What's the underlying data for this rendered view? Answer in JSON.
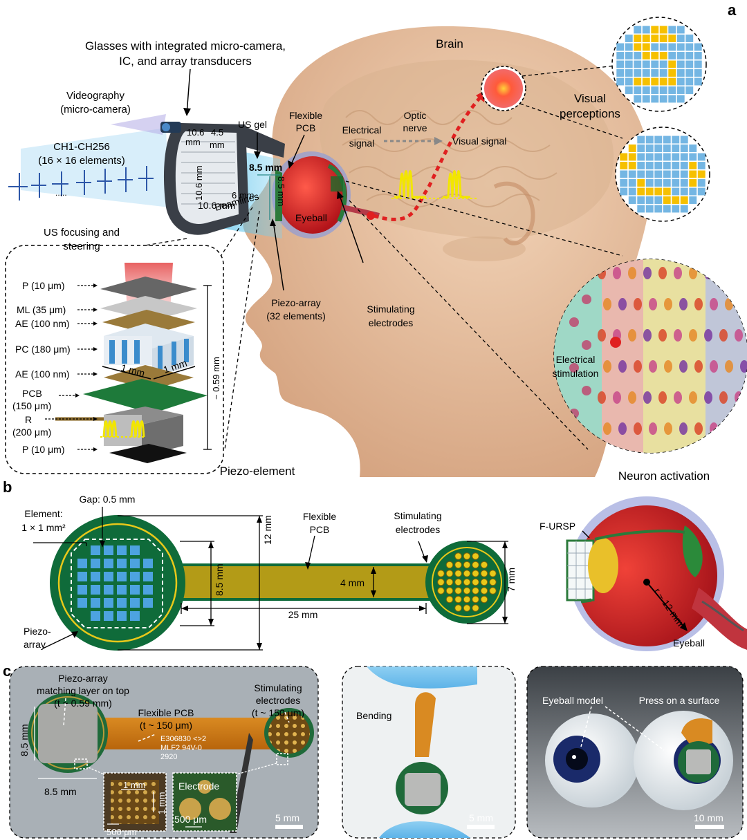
{
  "panels": {
    "a": "a",
    "b": "b",
    "c": "c"
  },
  "panel_a": {
    "glasses_title_1": "Glasses with integrated micro-camera,",
    "glasses_title_2": "IC, and array transducers",
    "videography_1": "Videography",
    "videography_2": "(micro-camera)",
    "channels_1": "CH1-CH256",
    "channels_2": "(16 × 16 elements)",
    "focusing_1": "US focusing and",
    "focusing_2": "steering",
    "dim_10_6_a": "10.6",
    "dim_4_5": "4.5",
    "dim_mm_a": "mm",
    "dim_mm_b": "mm",
    "dim_10_6_b": "10.6 mm",
    "dim_10_6_c": "10.6 mm",
    "dim_6mm": "6 mm",
    "beamlines": "Beamlines",
    "us_gel": "US gel",
    "flexible_pcb_1": "Flexible",
    "flexible_pcb_2": "PCB",
    "dim_8_5_a": "8.5 mm",
    "dim_8_5_b": "8.5 mm",
    "eyeball": "Eyeball",
    "brain": "Brain",
    "optic_1": "Optic",
    "optic_2": "nerve",
    "electrical_1": "Electrical",
    "electrical_2": "signal",
    "visual_signal": "Visual signal",
    "visual_1": "Visual",
    "visual_2": "perceptions",
    "piezo_array_1": "Piezo-array",
    "piezo_array_2": "(32 elements)",
    "stim_1": "Stimulating",
    "stim_2": "electrodes",
    "neuron_activation": "Neuron activation",
    "elec_stim_1": "Electrical",
    "elec_stim_2": "stimulation",
    "piezo_element": "Piezo-element",
    "layers": [
      "P (10 μm)",
      "ML (35 μm)",
      "AE (100 nm)",
      "PC (180 μm)",
      "AE (100 nm)",
      "PCB",
      "(150 μm)",
      "R",
      "(200 μm)",
      "P (10 μm)"
    ],
    "dim_1mm_a": "1 mm",
    "dim_1mm_b": "1 mm",
    "dim_059": "~ 0.59 mm"
  },
  "panel_b": {
    "gap": "Gap: 0.5 mm",
    "element_1": "Element:",
    "element_2": "1 × 1 mm²",
    "flexible_pcb_1": "Flexible",
    "flexible_pcb_2": "PCB",
    "stim_1": "Stimulating",
    "stim_2": "electrodes",
    "dim_12": "12 mm",
    "dim_8_5": "8.5 mm",
    "dim_4": "4 mm",
    "dim_7": "7 mm",
    "dim_25": "25 mm",
    "piezo_1": "Piezo-",
    "piezo_2": "array",
    "furs": "F-URSP",
    "radius": "r ~ 12 mm",
    "eyeball": "Eyeball"
  },
  "panel_c": {
    "piezo_1": "Piezo-array",
    "piezo_2": "matching layer on top",
    "piezo_3": "(t ~ 0.59 mm)",
    "flex_1": "Flexible PCB",
    "flex_2": "(t ~ 150 μm)",
    "stim_1": "Stimulating",
    "stim_2": "electrodes",
    "stim_3": "(t ~ 150 μm)",
    "pcb_print_1": "E306830 <>2",
    "pcb_print_2": "MLF2 94V-0",
    "pcb_print_3": "2920",
    "dim_8_5_v": "8.5 mm",
    "dim_8_5_h": "8.5 mm",
    "inset_1mm_a": "1 mm",
    "inset_1mm_b": "1 mm",
    "inset_500_a": "500 μm",
    "electrode": "Electrode",
    "inset_500_b": "500 μm",
    "scale_5_a": "5 mm",
    "bending": "Bending",
    "scale_5_b": "5 mm",
    "eyeball_model": "Eyeball model",
    "press": "Press on a surface",
    "scale_10": "10 mm"
  },
  "colors": {
    "skin": "#e8c3a4",
    "eye_red": "#d8282a",
    "pcb_green": "#0f6b3a",
    "pcb_gold": "#b99b1a",
    "element_blue": "#4da3e0",
    "perception_yellow": "#f6c000",
    "perception_blue": "#74b6e3",
    "signal_yellow": "#f7f000"
  }
}
